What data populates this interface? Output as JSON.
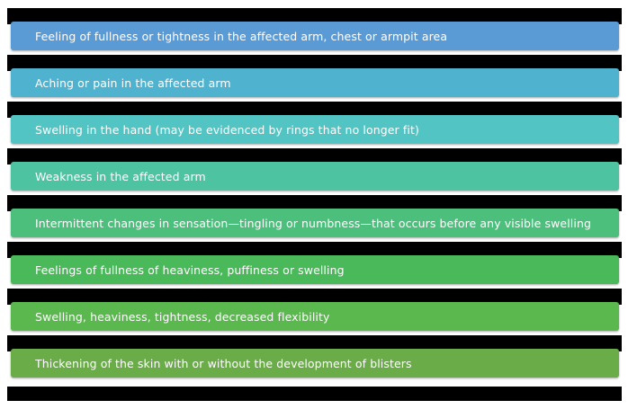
{
  "items": [
    {
      "label": "Feeling of fullness or tightness in the affected arm, chest or armpit area",
      "color": "#5b9bd5"
    },
    {
      "label": "Aching or pain in the affected arm",
      "color": "#4fb3d0"
    },
    {
      "label": "Swelling in the hand (may be evidenced by rings that no longer fit)",
      "color": "#52c4c4"
    },
    {
      "label": "Weakness in the affected arm",
      "color": "#4ec3a2"
    },
    {
      "label": "Intermittent changes in sensation—tingling or numbness—that occurs before any visible swelling",
      "color": "#4cbf7c"
    },
    {
      "label": "Feelings of fullness of heaviness, puffiness or swelling",
      "color": "#4ab95a"
    },
    {
      "label": "Swelling, heaviness, tightness, decreased flexibility",
      "color": "#5ab84e"
    },
    {
      "label": "Thickening of the skin with or without the development of blisters",
      "color": "#6aac48"
    }
  ]
}
